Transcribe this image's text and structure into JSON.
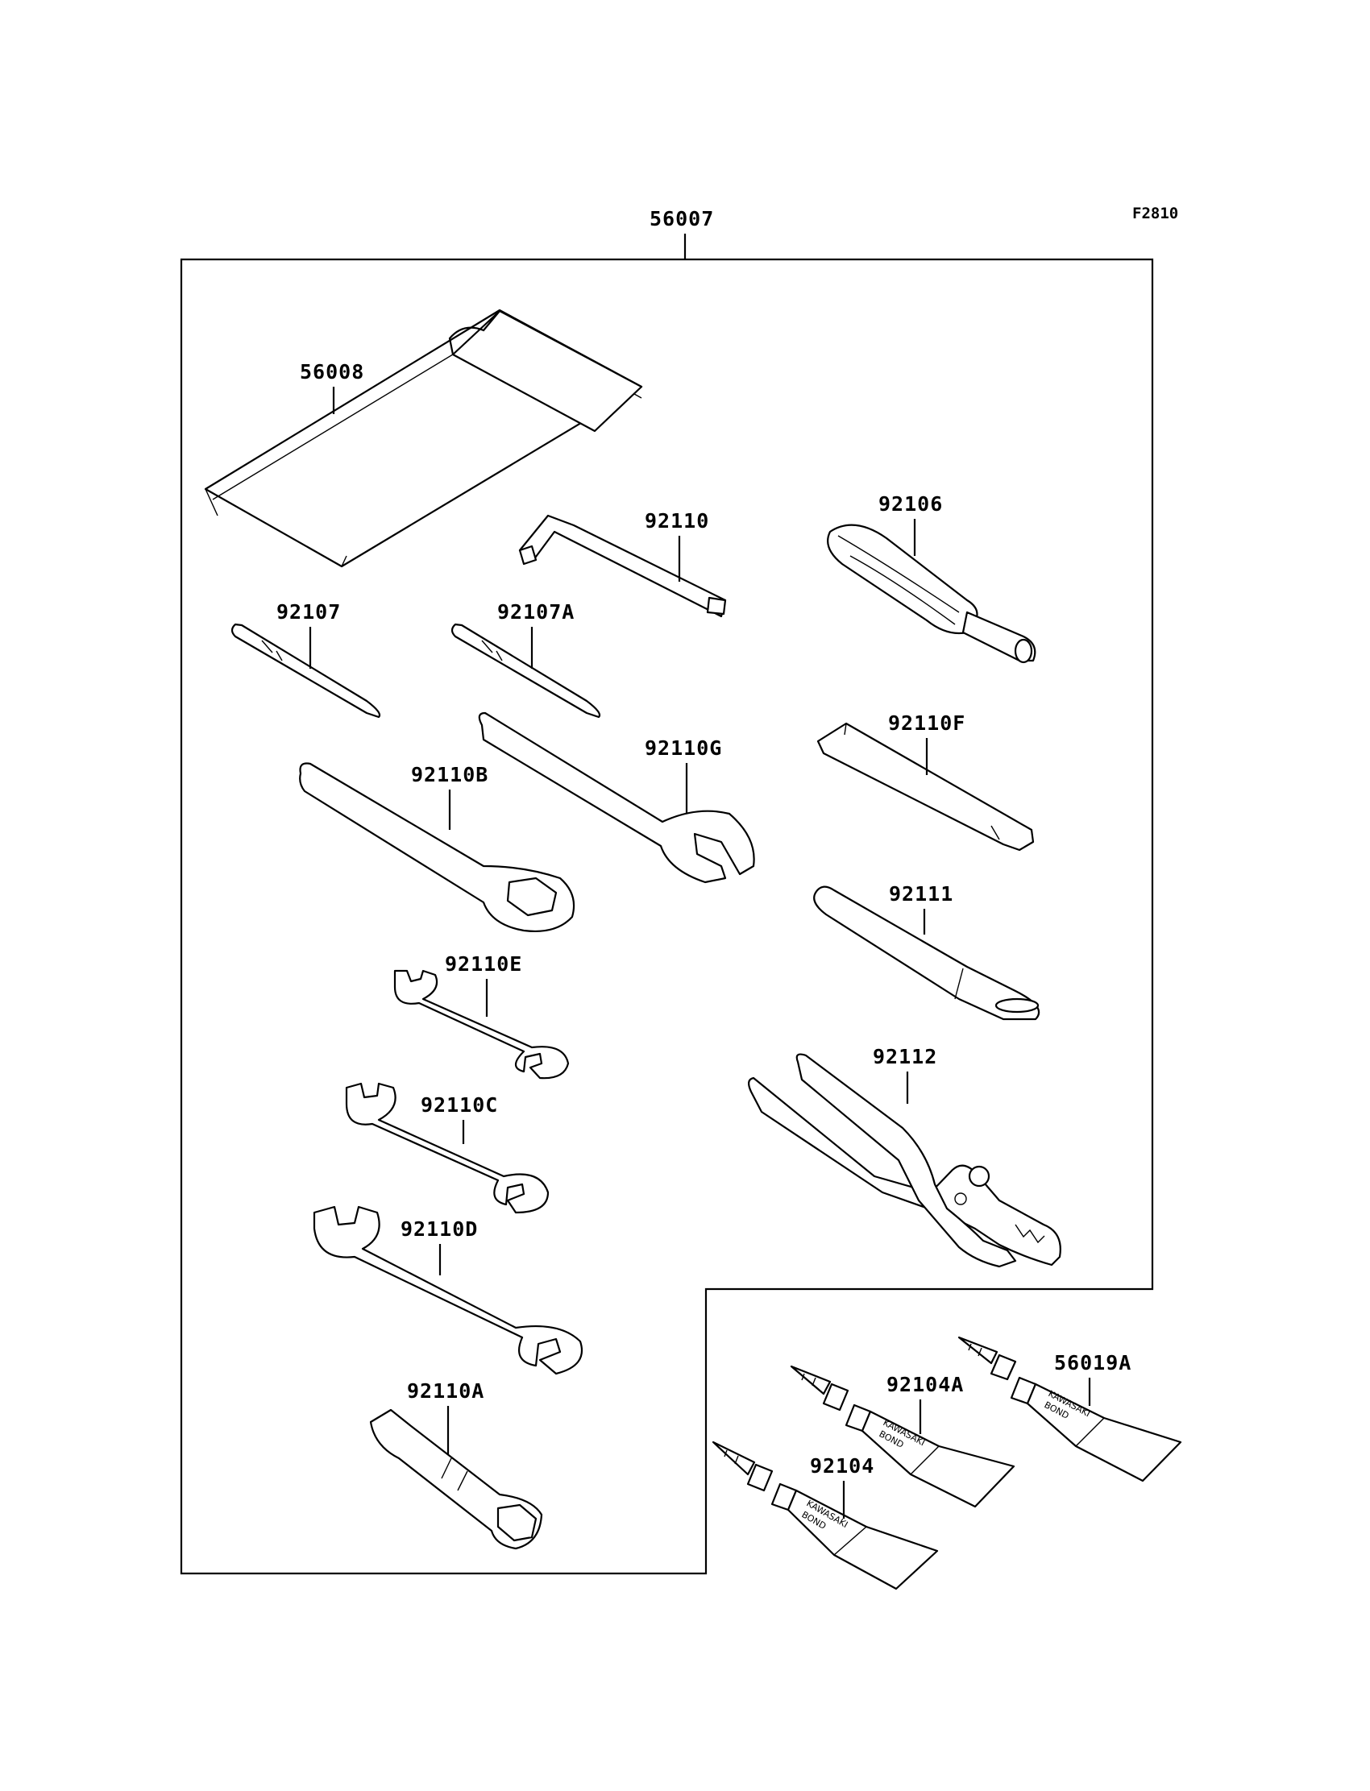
{
  "diagram": {
    "code": "F2810",
    "kit_label": "56007",
    "labels": {
      "p56008": "56008",
      "p92110": "92110",
      "p92106": "92106",
      "p92107": "92107",
      "p92107A": "92107A",
      "p92110F": "92110F",
      "p92110G": "92110G",
      "p92110B": "92110B",
      "p92111": "92111",
      "p92110E": "92110E",
      "p92112": "92112",
      "p92110C": "92110C",
      "p92110D": "92110D",
      "p92110A": "92110A",
      "p56019A": "56019A",
      "p92104A": "92104A",
      "p92104": "92104"
    },
    "tube_brand": "KAWASAKI",
    "tube_product": "BOND"
  }
}
